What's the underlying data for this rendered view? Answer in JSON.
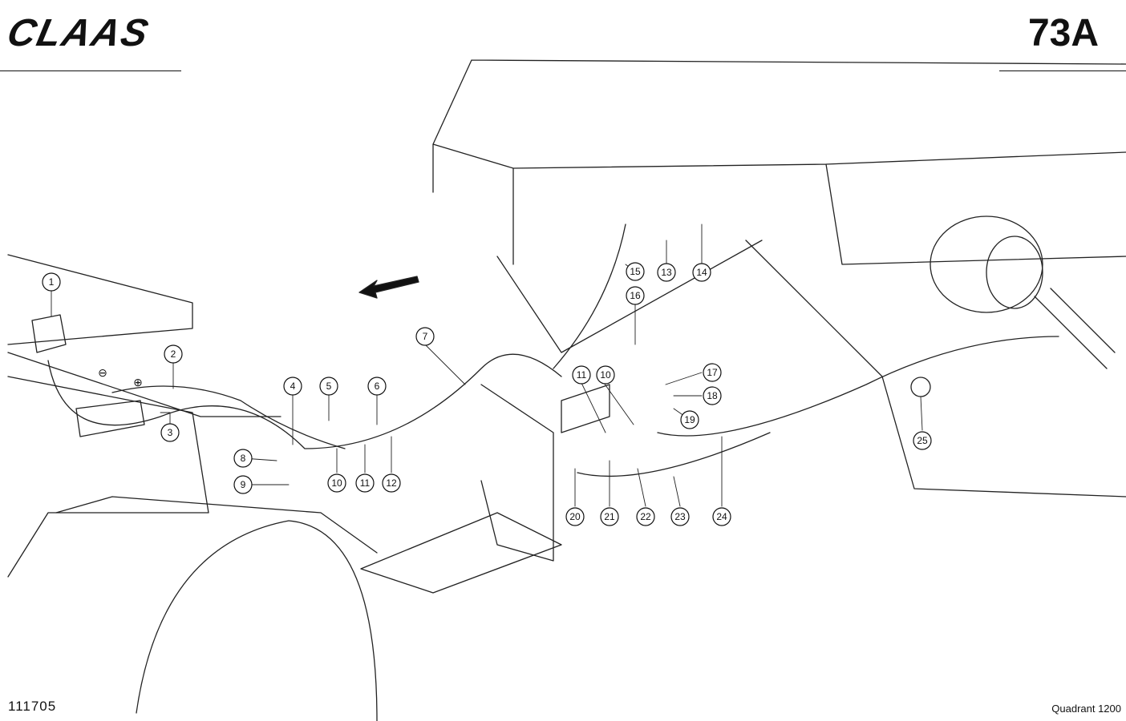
{
  "header": {
    "brand": "CLAAS",
    "page_number": "73A"
  },
  "footer": {
    "drawing_number": "111705",
    "model": "Quadrant 1200"
  },
  "callouts": [
    "1",
    "2",
    "3",
    "4",
    "5",
    "6",
    "7",
    "8",
    "9",
    "10",
    "10",
    "11",
    "11",
    "12",
    "13",
    "14",
    "15",
    "16",
    "17",
    "18",
    "19",
    "20",
    "21",
    "22",
    "23",
    "24",
    "25"
  ],
  "battery": {
    "minus_symbol": "⊖",
    "plus_symbol": "⊕"
  },
  "icons": [
    "direction-arrow-icon"
  ]
}
